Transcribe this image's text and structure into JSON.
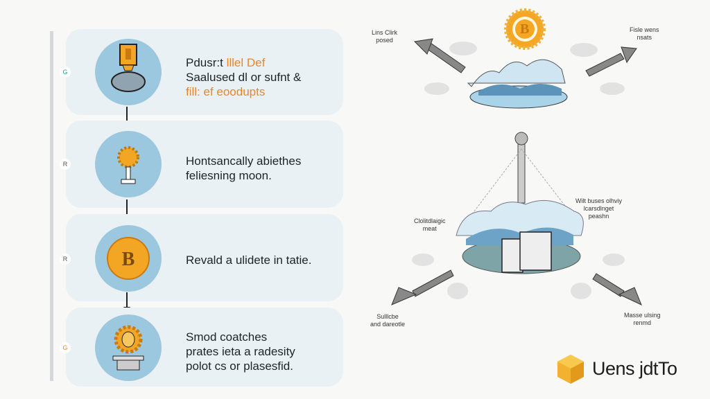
{
  "steps": [
    {
      "line1_a": "Pdusr:t ",
      "line1_b": "lllel Def",
      "line2": "Saalused dl or sufnt &",
      "line3": "fill: ef eoodupts",
      "icon": "piggy-bank-document-icon",
      "badge": "G"
    },
    {
      "line1": "Hontsancally abiethes",
      "line2": "feliesning moon.",
      "icon": "sun-trophy-icon",
      "badge": "R"
    },
    {
      "line1": "Revald a ulidete in tatie.",
      "icon": "coin-icon",
      "badge": "R"
    },
    {
      "line1": "Smod coatches",
      "line2": "prates ieta a radesity",
      "line3": "polot cs or plasesfid.",
      "icon": "sun-pedestal-icon",
      "badge": "G"
    }
  ],
  "scene": {
    "top_left_label": [
      "Lins Clirk",
      "posed"
    ],
    "top_right_label": [
      "Fisle wens",
      "nsats"
    ],
    "mid_right_label": [
      "Wilt buses olhviy",
      "lcarsdlnget",
      "peashn"
    ],
    "mid_left_label": [
      "Clolitdlaigic",
      "meat"
    ],
    "bottom_left_label": [
      "Sulllcbe",
      "and dareotle"
    ],
    "bottom_right_label": [
      "Masse ulsing",
      "renmd"
    ],
    "coin_letter": "B"
  },
  "logo": {
    "text": "Uens jdtTo"
  },
  "colors": {
    "accent": "#e8862a",
    "gold": "#f2a623",
    "circle": "#9cc8df",
    "card": "#eaf1f5"
  }
}
